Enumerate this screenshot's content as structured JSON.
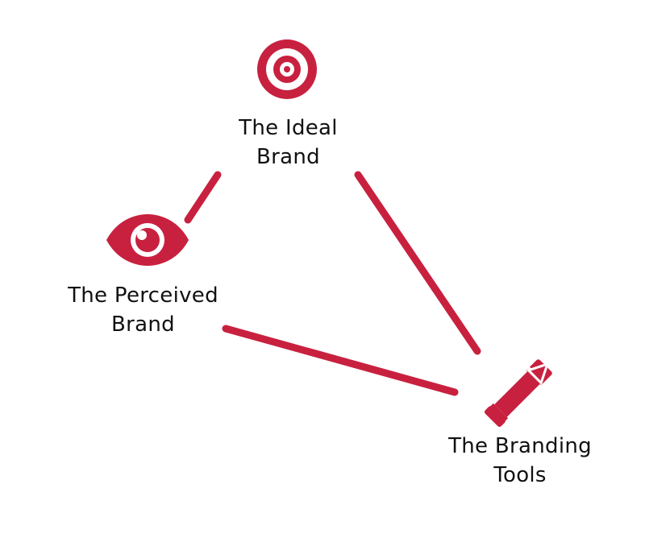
{
  "colors": {
    "accent": "#C8213F",
    "text": "#111111",
    "background": "#ffffff"
  },
  "nodes": {
    "ideal": {
      "icon": "target-icon",
      "line1": "The Ideal",
      "line2": "Brand"
    },
    "perceived": {
      "icon": "eye-icon",
      "line1": "The Perceived",
      "line2": "Brand"
    },
    "tools": {
      "icon": "pencil-ruler-icon",
      "line1": "The Branding",
      "line2": "Tools"
    }
  }
}
